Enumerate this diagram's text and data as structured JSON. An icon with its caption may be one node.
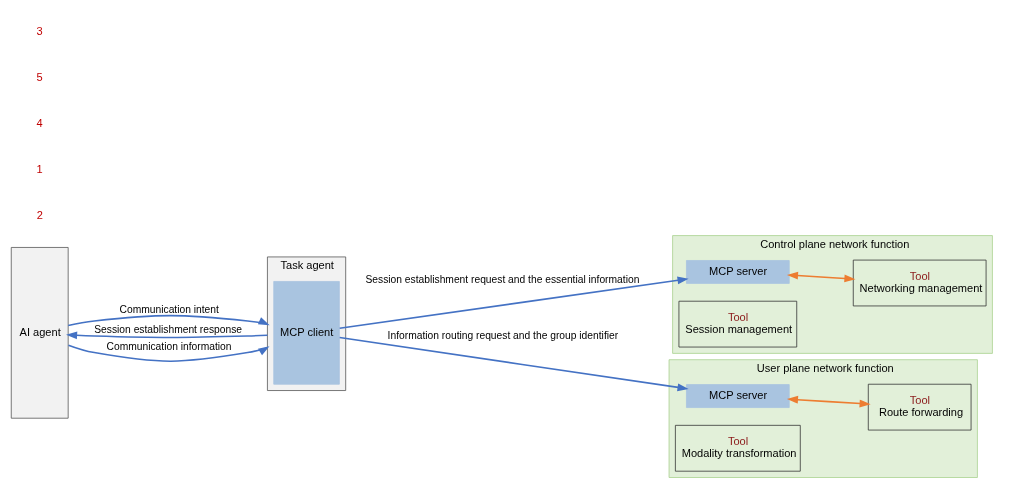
{
  "diagram": {
    "nodes": [
      {
        "text": [
          "AI agent"
        ]
      },
      {
        "text": [
          "Task agent"
        ]
      },
      {
        "text": [
          "MCP client"
        ],
        "in": 1
      },
      {
        "text": [
          "Control plane network function"
        ]
      },
      {
        "text": [
          "MCP server"
        ],
        "in": 3
      },
      {
        "text": [
          "Tool",
          "Networking management"
        ],
        "in": 3
      },
      {
        "text": [
          "Tool",
          "Session management"
        ],
        "in": 3
      },
      {
        "text": [
          "User plane network function"
        ]
      },
      {
        "text": [
          "MCP server"
        ],
        "in": 7
      },
      {
        "text": [
          "Tool",
          "Route forwarding"
        ],
        "in": 7
      },
      {
        "text": [
          "Tool",
          "Modality transformation"
        ],
        "in": 7
      }
    ],
    "edges": [
      {
        "from": 0,
        "to": 1,
        "arrow": "to",
        "label": "Communication intent"
      },
      {
        "from": 1,
        "to": 0,
        "arrow": "to",
        "label": "Session establishment response"
      },
      {
        "from": 0,
        "to": 1,
        "arrow": "to",
        "label": "Communication information"
      },
      {
        "from": 2,
        "to": 4,
        "arrow": "to",
        "label": "Session establishment request and the essential information"
      },
      {
        "from": 2,
        "to": 8,
        "arrow": "to",
        "label": "Information routing request and the group identifier"
      },
      {
        "from": 4,
        "to": 5,
        "arrow": "both",
        "color": "#ed7d31"
      },
      {
        "from": 8,
        "to": 9,
        "arrow": "both",
        "color": "#ed7d31"
      }
    ],
    "labels": [
      "2",
      "1",
      "4",
      "5",
      "3"
    ]
  }
}
